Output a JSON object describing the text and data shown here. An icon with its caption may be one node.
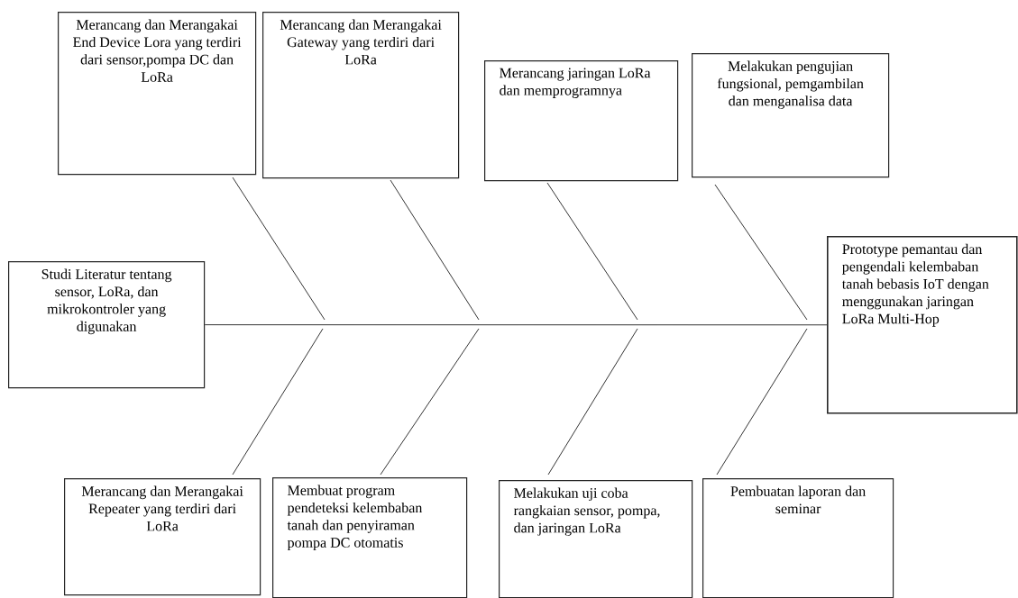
{
  "diagram": {
    "nodes": [
      {
        "text": [
          "Merancang dan Merangakai End Device Lora yang terdiri dari sensor,pompa DC dan LoRa"
        ]
      },
      {
        "text": [
          "Merancang dan Merangakai Gateway yang terdiri dari LoRa"
        ]
      },
      {
        "text": [
          "Merancang jaringan LoRa dan memprogramnya"
        ]
      },
      {
        "text": [
          "Melakukan pengujian fungsional, pemgambilan dan menganalisa data"
        ]
      },
      {
        "text": [
          "Studi Literatur tentang sensor, LoRa, dan mikrokontroler yang digunakan"
        ]
      },
      {
        "text": [
          "Prototype pemantau dan pengendali kelembaban tanah bebasis IoT dengan menggunakan jaringan LoRa Multi-Hop"
        ]
      },
      {
        "text": [
          "Merancang dan Merangakai Repeater yang terdiri dari LoRa"
        ]
      },
      {
        "text": [
          "Membuat program pendeteksi kelembaban tanah dan penyiraman pompa DC otomatis"
        ]
      },
      {
        "text": [
          "Melakukan uji coba rangkaian sensor, pompa, dan jaringan LoRa"
        ]
      },
      {
        "text": [
          "Pembuatan laporan dan seminar"
        ]
      }
    ],
    "edges": [
      {
        "from": 4,
        "to": 5,
        "arrow": "none"
      },
      {
        "from": 0,
        "to": null,
        "arrow": "none"
      },
      {
        "from": 1,
        "to": null,
        "arrow": "none"
      },
      {
        "from": 2,
        "to": null,
        "arrow": "none"
      },
      {
        "from": 3,
        "to": null,
        "arrow": "none"
      },
      {
        "from": 6,
        "to": null,
        "arrow": "none"
      },
      {
        "from": 7,
        "to": null,
        "arrow": "none"
      },
      {
        "from": 8,
        "to": null,
        "arrow": "none"
      },
      {
        "from": 9,
        "to": null,
        "arrow": "none"
      }
    ]
  }
}
